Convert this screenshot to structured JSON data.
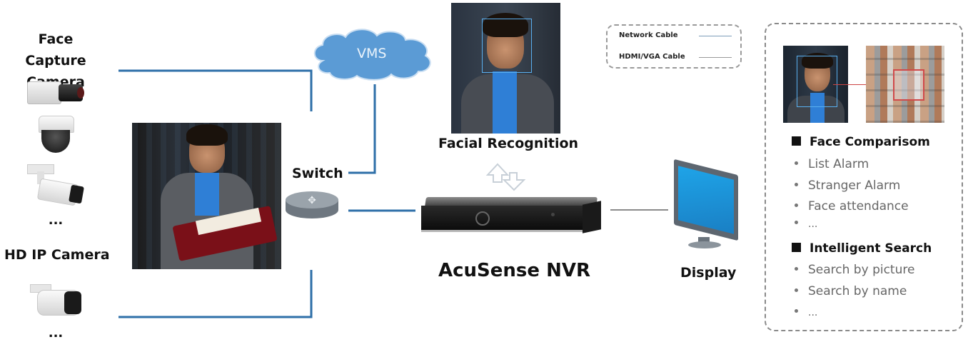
{
  "cameras": {
    "face_capture_title_line1": "Face Capture",
    "face_capture_title_line2": "Camera",
    "face_capture_more": "...",
    "hd_ip_title": "HD IP Camera",
    "hd_ip_more": "..."
  },
  "network": {
    "vms_label": "VMS",
    "switch_label": "Switch",
    "facial_recognition_label": "Facial Recognition",
    "nvr_label": "AcuSense NVR",
    "display_label": "Display"
  },
  "legend": {
    "items": [
      {
        "label": "Network Cable",
        "color": "#2e6fa8"
      },
      {
        "label": "HDMI/VGA Cable",
        "color": "#8a8a8a"
      }
    ]
  },
  "features": {
    "groups": [
      {
        "title": "Face Comparisom",
        "items": [
          "List Alarm",
          "Stranger Alarm",
          "Face attendance",
          "..."
        ]
      },
      {
        "title": "Intelligent Search",
        "items": [
          "Search by picture",
          "Search by name",
          "..."
        ]
      }
    ]
  },
  "colors": {
    "network_cable": "#2e6fa8",
    "hdmi_cable": "#8a8a8a",
    "cloud": "#5b9bd5",
    "screen": "#1e9be0"
  }
}
